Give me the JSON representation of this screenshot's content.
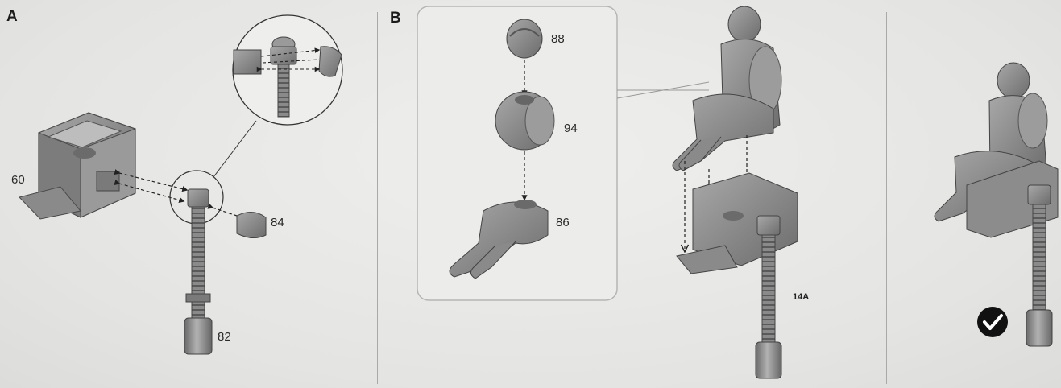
{
  "panels": {
    "a": {
      "label": "A",
      "parts": {
        "seat": "60",
        "gear_half": "84",
        "column": "82"
      }
    },
    "b": {
      "label": "B",
      "parts": {
        "head": "88",
        "torso": "94",
        "legs": "86"
      },
      "step": "14A"
    },
    "c": {
      "checkmark_icon": "checkmark-circle-icon"
    }
  },
  "colors": {
    "part_fill": "#8f8f8f",
    "part_dark": "#5e5e5e",
    "line": "#3b3b3b",
    "inset_border": "#b5b5b3"
  }
}
